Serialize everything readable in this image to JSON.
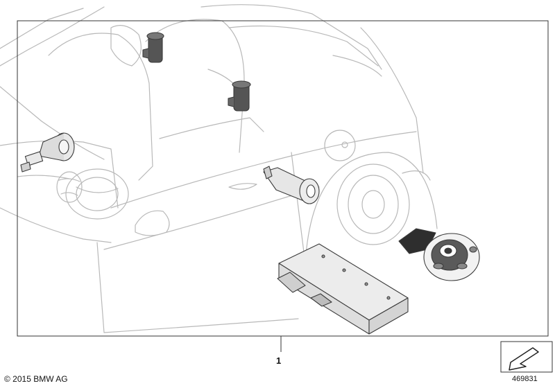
{
  "diagram": {
    "callout_number": "1",
    "copyright": "© 2015 BMW AG",
    "image_number": "469831"
  },
  "icons": {
    "corner_arrow": "arrow-down-left-icon"
  },
  "colors": {
    "line": "#b8b8b8",
    "part_line": "#3a3a3a",
    "part_fill": "#e9e9e9",
    "frame": "#333333"
  }
}
